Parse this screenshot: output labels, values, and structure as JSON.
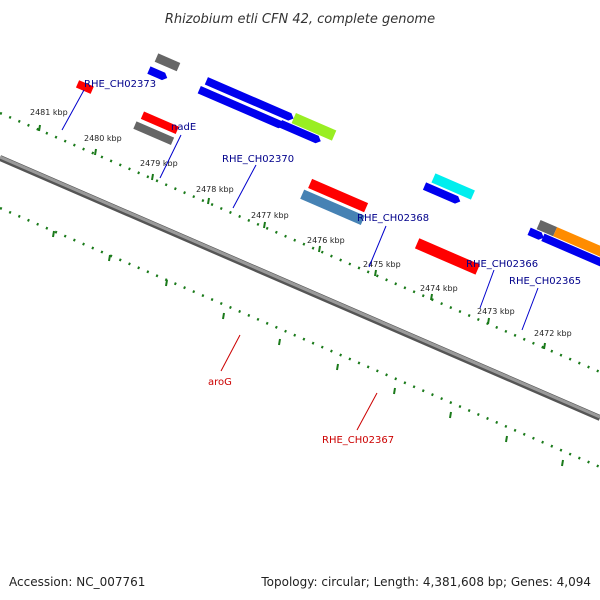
{
  "title": "Rhizobium etli CFN 42, complete genome",
  "footer": {
    "accession": "Accession: NC_007761",
    "summary": "Topology: circular; Length: 4,381,608 bp; Genes: 4,094"
  },
  "colors": {
    "backbone": "#888888",
    "ticks": "#1a7a1a",
    "label_forward": "#00008b",
    "label_reverse": "#cc0000"
  },
  "kbp_ticks": [
    {
      "text": "2481 kbp"
    },
    {
      "text": "2480 kbp"
    },
    {
      "text": "2479 kbp"
    },
    {
      "text": "2478 kbp"
    },
    {
      "text": "2477 kbp"
    },
    {
      "text": "2476 kbp"
    },
    {
      "text": "2475 kbp"
    },
    {
      "text": "2474 kbp"
    },
    {
      "text": "2473 kbp"
    },
    {
      "text": "2472 kbp"
    }
  ],
  "gene_labels": {
    "rhe_ch02373": "RHE_CH02373",
    "nade": "nadE",
    "rhe_ch02370": "RHE_CH02370",
    "rhe_ch02368": "RHE_CH02368",
    "rhe_ch02366": "RHE_CH02366",
    "rhe_ch02365": "RHE_CH02365",
    "arog": "aroG",
    "rhe_ch02367": "RHE_CH02367"
  },
  "features": [
    {
      "color": "#ff0000"
    },
    {
      "color": "#666666"
    },
    {
      "color": "#0000ee"
    },
    {
      "color": "#0000ee"
    },
    {
      "color": "#0000ee"
    },
    {
      "color": "#99ee22"
    },
    {
      "color": "#0000ee"
    },
    {
      "color": "#ff0000"
    },
    {
      "color": "#666666"
    },
    {
      "color": "#ff0000"
    },
    {
      "color": "#4682b4"
    },
    {
      "color": "#00eeee"
    },
    {
      "color": "#0000ee"
    },
    {
      "color": "#ff0000"
    },
    {
      "color": "#666666"
    },
    {
      "color": "#ff8c00"
    },
    {
      "color": "#0000ee"
    },
    {
      "color": "#0000ee"
    },
    {
      "color": "#0000ee"
    },
    {
      "color": "#ff1493"
    },
    {
      "color": "#0000ee"
    }
  ]
}
